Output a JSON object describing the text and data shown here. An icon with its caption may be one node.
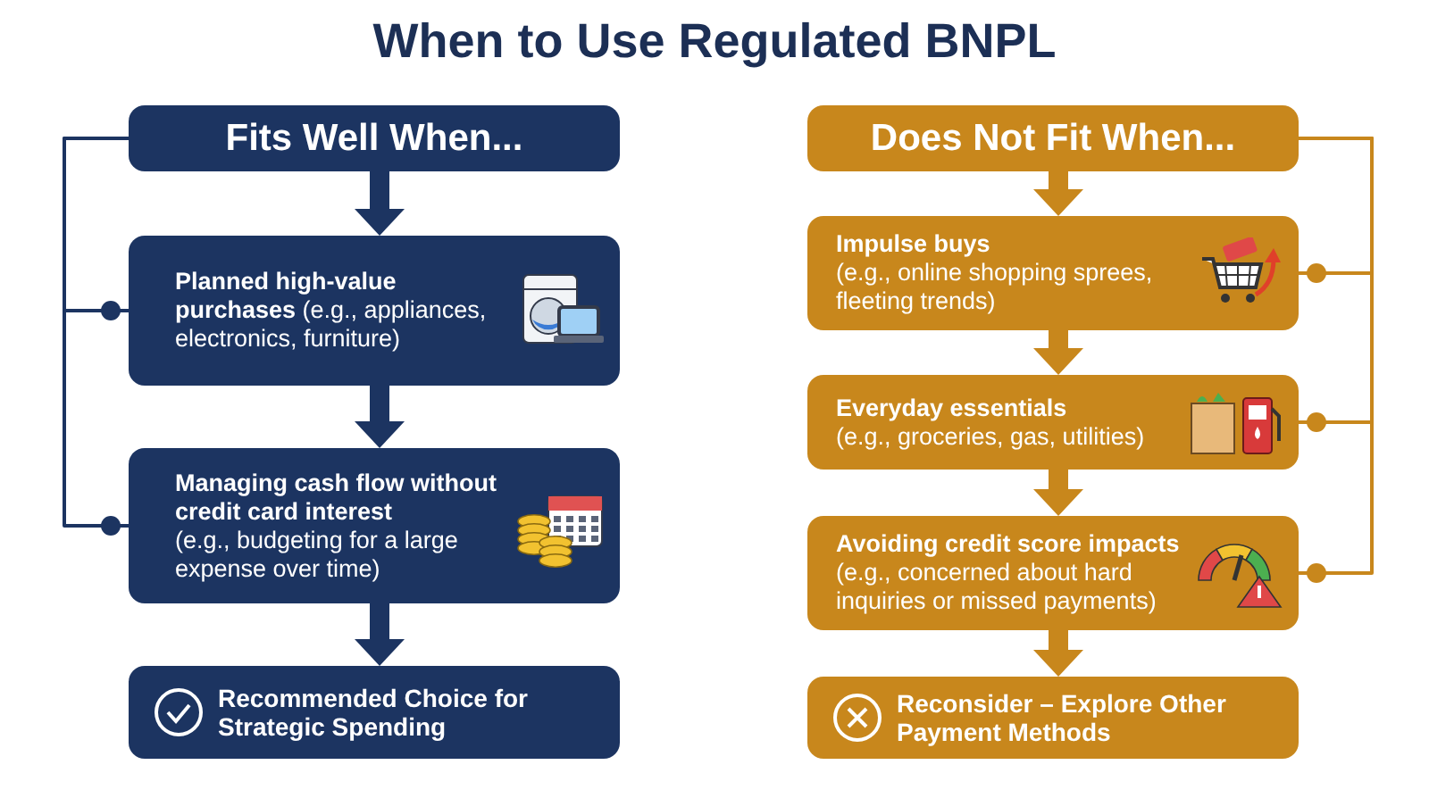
{
  "diagram": {
    "title": "When to Use Regulated BNPL",
    "nodes": [
      {
        "text": [
          "Fits Well When..."
        ]
      },
      {
        "text": [
          "**Planned high-value purchases** (e.g., appliances, electronics, furniture)"
        ]
      },
      {
        "text": [
          "Managing cash flow without credit card interest",
          "(e.g., budgeting for a large expense over time)"
        ]
      },
      {
        "text": [
          "Recommended Choice for Strategic Spending"
        ]
      },
      {
        "text": [
          "Does Not Fit When..."
        ]
      },
      {
        "text": [
          "Impulse buys",
          "(e.g., online shopping sprees, fleeting trends)"
        ]
      },
      {
        "text": [
          "Everyday essentials",
          "(e.g., groceries, gas, utilities)"
        ]
      },
      {
        "text": [
          "Avoiding credit score impacts",
          "(e.g., concerned about hard inquiries or missed payments)"
        ]
      },
      {
        "text": [
          "Reconsider – Explore Other Payment Methods"
        ]
      }
    ],
    "edges": [
      {
        "from": 0,
        "to": 1,
        "arrow": "to",
        "color": "#1c3461"
      },
      {
        "from": 1,
        "to": 2,
        "arrow": "to",
        "color": "#1c3461"
      },
      {
        "from": 2,
        "to": 3,
        "arrow": "to",
        "color": "#1c3461"
      },
      {
        "from": 0,
        "to": 1,
        "arrow": "other",
        "color": "#1c3461"
      },
      {
        "from": 0,
        "to": 2,
        "arrow": "other",
        "color": "#1c3461"
      },
      {
        "from": 4,
        "to": 5,
        "arrow": "to",
        "color": "#c8871c"
      },
      {
        "from": 5,
        "to": 6,
        "arrow": "to",
        "color": "#c8871c"
      },
      {
        "from": 6,
        "to": 7,
        "arrow": "to",
        "color": "#c8871c"
      },
      {
        "from": 7,
        "to": 8,
        "arrow": "to",
        "color": "#c8871c"
      },
      {
        "from": 4,
        "to": 5,
        "arrow": "other",
        "color": "#c8871c"
      },
      {
        "from": 4,
        "to": 6,
        "arrow": "other",
        "color": "#c8871c"
      },
      {
        "from": 4,
        "to": 7,
        "arrow": "other",
        "color": "#c8871c"
      }
    ]
  }
}
